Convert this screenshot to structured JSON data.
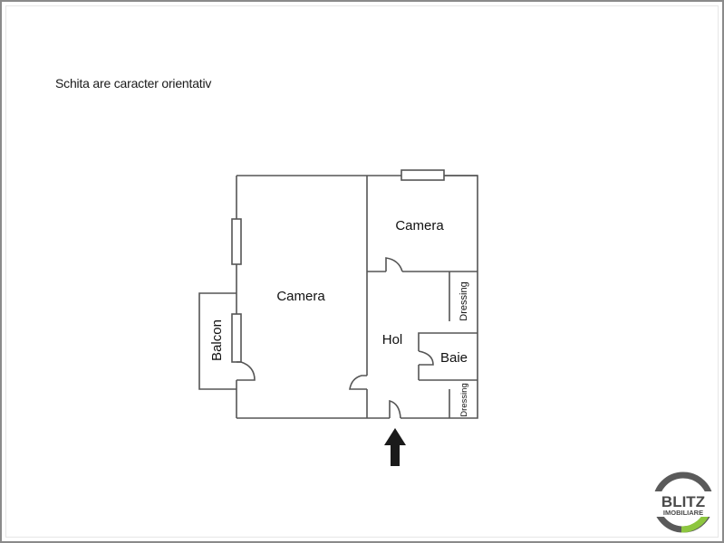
{
  "note": "Schita are caracter orientativ",
  "floor_plan": {
    "rooms": [
      {
        "id": "camera-large",
        "label": "Camera"
      },
      {
        "id": "camera-small",
        "label": "Camera"
      },
      {
        "id": "hol",
        "label": "Hol"
      },
      {
        "id": "baie",
        "label": "Baie"
      },
      {
        "id": "dressing-upper",
        "label": "Dressing"
      },
      {
        "id": "dressing-lower",
        "label": "Dressing"
      },
      {
        "id": "balcon",
        "label": "Balcon"
      }
    ],
    "entrance_arrow": "arrow-up-icon",
    "colors": {
      "wall": "#555555",
      "text": "#111111",
      "arrow": "#1a1a1a"
    }
  },
  "logo": {
    "line1": "BLITZ",
    "line2": "IMOBILIARE",
    "colors": {
      "ring_dark": "#5a5a5a",
      "ring_accent": "#8dc63f",
      "text": "#4a4a4a"
    }
  }
}
